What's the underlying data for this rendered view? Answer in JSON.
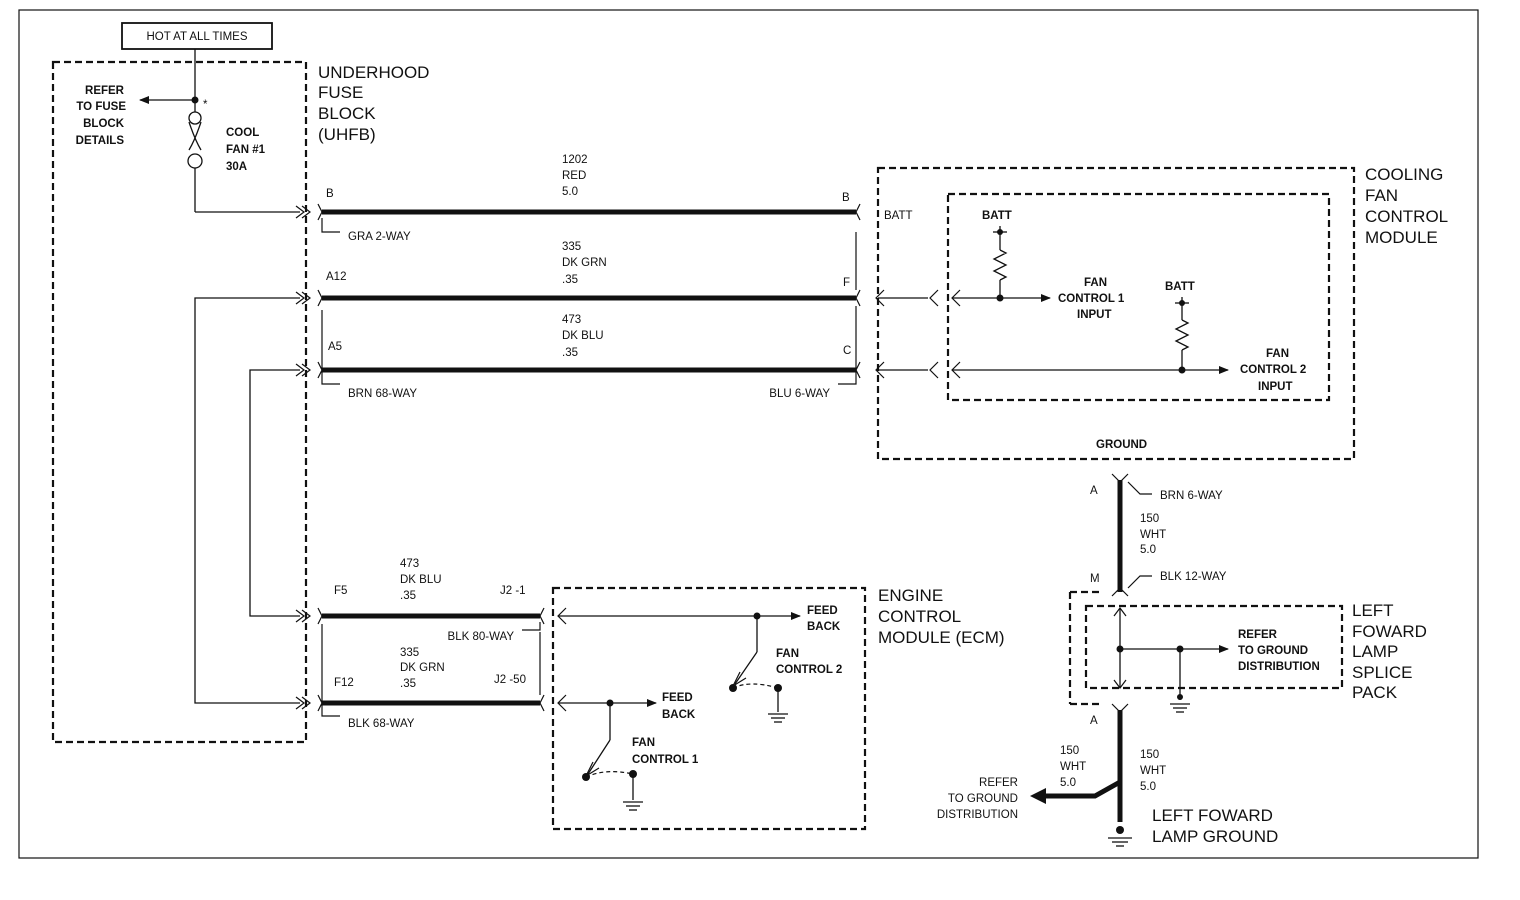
{
  "hot_label": "HOT AT ALL TIMES",
  "uhfb": {
    "title": [
      "UNDERHOOD",
      "FUSE",
      "BLOCK",
      "(UHFB)"
    ],
    "refer": [
      "REFER",
      "TO FUSE",
      "BLOCK",
      "DETAILS"
    ],
    "fuse": [
      "COOL",
      "FAN #1",
      "30A"
    ],
    "asterisk": "*"
  },
  "wires": {
    "w1202": [
      "1202",
      "RED",
      "5.0"
    ],
    "w335": [
      "335",
      "DK GRN",
      ".35"
    ],
    "w473": [
      "473",
      "DK BLU",
      ".35"
    ],
    "w473b": [
      "473",
      "DK BLU",
      ".35"
    ],
    "w335b": [
      "335",
      "DK GRN",
      ".35"
    ],
    "w150a": [
      "150",
      "WHT",
      "5.0"
    ],
    "w150b": [
      "150",
      "WHT",
      "5.0"
    ],
    "w150c": [
      "150",
      "WHT",
      "5.0"
    ]
  },
  "pins": {
    "B_left": "B",
    "B_right": "B",
    "A12": "A12",
    "F": "F",
    "A5": "A5",
    "C": "C",
    "F5": "F5",
    "J2_1": "J2 -1",
    "F12": "F12",
    "J2_50": "J2 -50",
    "A_top": "A",
    "M": "M",
    "A_bot": "A"
  },
  "connectors": {
    "gra2": "GRA 2-WAY",
    "brn68": "BRN 68-WAY",
    "blu6": "BLU 6-WAY",
    "blk80": "BLK 80-WAY",
    "blk68": "BLK 68-WAY",
    "brn6": "BRN 6-WAY",
    "blk12": "BLK 12-WAY"
  },
  "cfcm": {
    "title": [
      "COOLING",
      "FAN",
      "CONTROL",
      "MODULE"
    ],
    "batt_pin": "BATT",
    "batt1": "BATT",
    "batt2": "BATT",
    "fc1": [
      "FAN",
      "CONTROL 1",
      "INPUT"
    ],
    "fc2": [
      "FAN",
      "CONTROL 2",
      "INPUT"
    ],
    "ground": "GROUND"
  },
  "ecm": {
    "title": [
      "ENGINE",
      "CONTROL",
      "MODULE (ECM)"
    ],
    "feed1": [
      "FEED",
      "BACK"
    ],
    "feed2": [
      "FEED",
      "BACK"
    ],
    "fc2": [
      "FAN",
      "CONTROL 2"
    ],
    "fc1": [
      "FAN",
      "CONTROL 1"
    ]
  },
  "splice": {
    "title": [
      "LEFT",
      "FOWARD",
      "LAMP",
      "SPLICE",
      "PACK"
    ],
    "refer": [
      "REFER",
      "TO GROUND",
      "DISTRIBUTION"
    ]
  },
  "ground": {
    "refer": [
      "REFER",
      "TO GROUND",
      "DISTRIBUTION"
    ],
    "title": [
      "LEFT FOWARD",
      "LAMP GROUND"
    ]
  }
}
